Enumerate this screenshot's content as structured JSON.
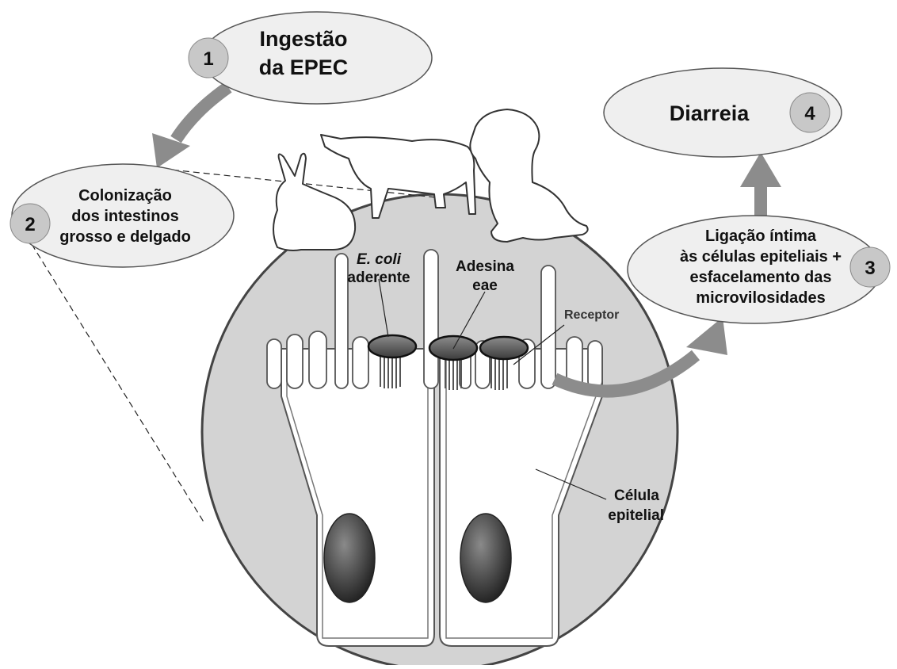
{
  "steps": [
    {
      "number": "1",
      "lines": [
        "Ingestão",
        "da EPEC"
      ]
    },
    {
      "number": "2",
      "lines": [
        "Colonização",
        "dos intestinos",
        "grosso e delgado"
      ]
    },
    {
      "number": "3",
      "lines": [
        "Ligação íntima",
        "às células epiteliais +",
        "esfacelamento das",
        "microvilosidades"
      ]
    },
    {
      "number": "4",
      "lines": [
        "Diarreia"
      ]
    }
  ],
  "labels": {
    "ecoli_italic": "E. coli",
    "ecoli_rest": "aderente",
    "adesina_1": "Adesina",
    "adesina_2": "eae",
    "receptor": "Receptor",
    "celula_1": "Célula",
    "celula_2": "epitelial"
  },
  "animals": [
    "rabbit-icon",
    "pig-icon",
    "dog-icon"
  ],
  "colors": {
    "bubble_fill": "#efefef",
    "circle_fill": "#d3d3d3",
    "number_badge": "#c8c8c8",
    "arrow": "#8c8c8c",
    "nucleus": "#3a3a3a",
    "bacterium": "#5a5a5a"
  }
}
